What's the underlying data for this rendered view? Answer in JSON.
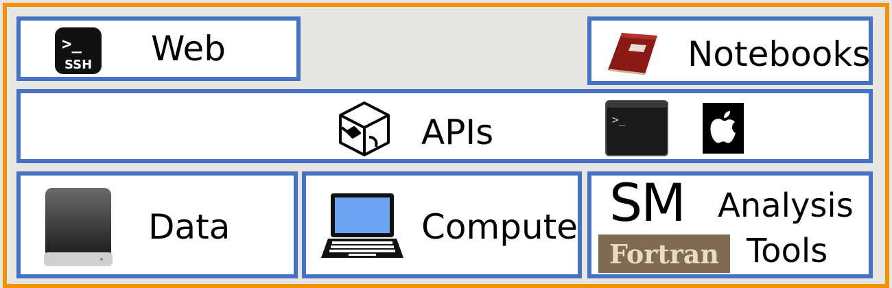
{
  "colors": {
    "outer_border": "#f39200",
    "box_border": "#4472c4",
    "background": "#e6e5e2"
  },
  "top": {
    "web": {
      "label": "Web",
      "icon": "ssh-terminal-icon",
      "icon_text": "SSH"
    },
    "notebooks": {
      "label": "Notebooks",
      "icon": "notebook-icon"
    }
  },
  "middle": {
    "apis": {
      "label": "APIs",
      "icons": [
        "api-cube-plug-icon",
        "terminal-icon",
        "apple-logo-icon"
      ]
    }
  },
  "bottom": {
    "data": {
      "label": "Data",
      "icon": "hard-drive-icon"
    },
    "compute": {
      "label": "Compute",
      "icon": "laptop-icon"
    },
    "analysis": {
      "label_line1": "Analysis",
      "label_line2": "Tools",
      "sm_logo": "SM",
      "fortran_logo": "Fortran"
    }
  }
}
